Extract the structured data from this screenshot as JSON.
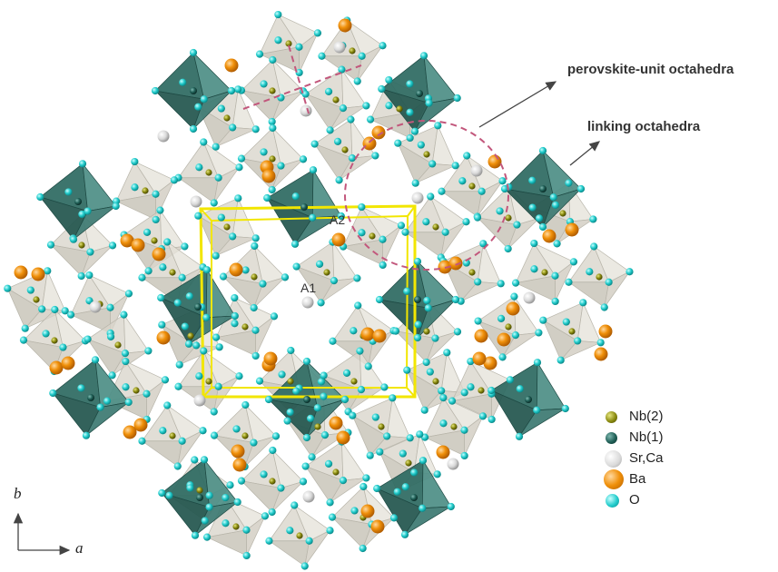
{
  "annotations": {
    "perovskite_label": "perovskite-unit octahedra",
    "linking_label": "linking octahedra",
    "site_a1": "A1",
    "site_a2": "A2"
  },
  "axes": {
    "vertical": "b",
    "horizontal": "a"
  },
  "legend": [
    {
      "label": "Nb(2)",
      "color": "#8a8a10",
      "icon": "small-sphere"
    },
    {
      "label": "Nb(1)",
      "color": "#1f5f56",
      "icon": "small-sphere"
    },
    {
      "label": "Sr,Ca",
      "color": "#d9d9d9",
      "icon": "sphere"
    },
    {
      "label": "Ba",
      "color": "#f0900a",
      "icon": "large-sphere"
    },
    {
      "label": "O",
      "color": "#22cccc",
      "icon": "sphere"
    }
  ],
  "colors": {
    "dark_octahedron": "#3d7a72",
    "light_octahedron": "#cfcbbf",
    "unit_cell": "#f2e600",
    "dashed_circle": "#c2577c",
    "arrow": "#444444"
  }
}
